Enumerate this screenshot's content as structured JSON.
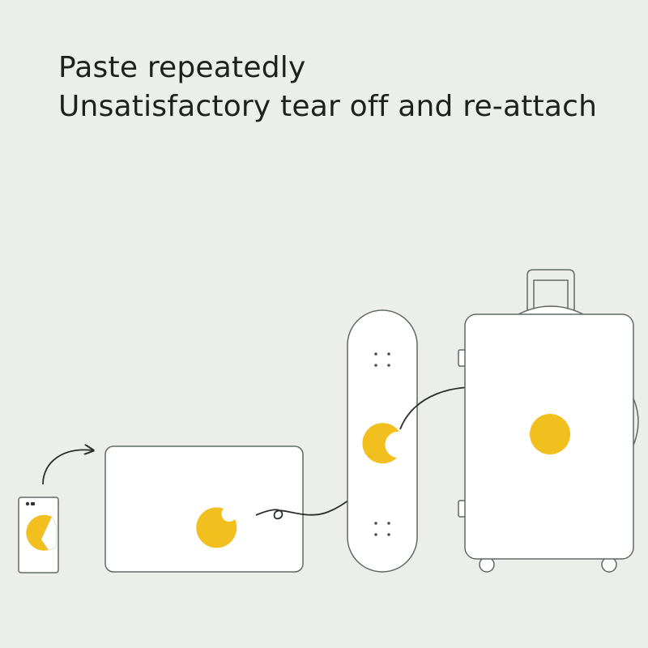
{
  "headline": {
    "line1": "Paste repeatedly",
    "line2": "Unsatisfactory tear off and re-attach"
  },
  "colors": {
    "background": "#eceee9",
    "text": "#1c211c",
    "object_fill": "#ffffff",
    "object_stroke": "#5f6a64",
    "sticker": "#f2c01e",
    "arrow": "#2a2e2a"
  },
  "objects": [
    "phone",
    "laptop",
    "skateboard",
    "suitcase"
  ],
  "icons": [
    "yellow-sticker-icon",
    "curved-arrow-icon"
  ]
}
